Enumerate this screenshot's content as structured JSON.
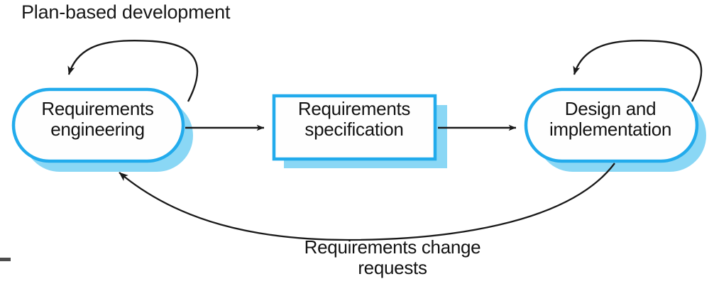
{
  "title": "Plan-based development",
  "colors": {
    "node_border": "#22ABEC",
    "node_shadow": "#8AD7F5",
    "node_fill": "#FEFEFE",
    "text": "#131313",
    "arrow": "#1A1A1A",
    "background": "#FFFFFF"
  },
  "nodes": [
    {
      "id": "requirements-engineering",
      "label_line1": "Requirements",
      "label_line2": "engineering",
      "shape": "rounded-rectangle"
    },
    {
      "id": "requirements-specification",
      "label_line1": "Requirements",
      "label_line2": "specification",
      "shape": "rectangle"
    },
    {
      "id": "design-implementation",
      "label_line1": "Design and",
      "label_line2": "implementation",
      "shape": "rounded-rectangle"
    }
  ],
  "edges": [
    {
      "id": "requirements-engineering-self-loop",
      "from": "requirements-engineering",
      "to": "requirements-engineering",
      "label": ""
    },
    {
      "id": "requirements-engineering-to-specification",
      "from": "requirements-engineering",
      "to": "requirements-specification",
      "label": ""
    },
    {
      "id": "specification-to-design-implementation",
      "from": "requirements-specification",
      "to": "design-implementation",
      "label": ""
    },
    {
      "id": "design-implementation-self-loop",
      "from": "design-implementation",
      "to": "design-implementation",
      "label": ""
    },
    {
      "id": "design-implementation-to-requirements-engineering",
      "from": "design-implementation",
      "to": "requirements-engineering",
      "label_line1": "Requirements change",
      "label_line2": "requests"
    }
  ]
}
